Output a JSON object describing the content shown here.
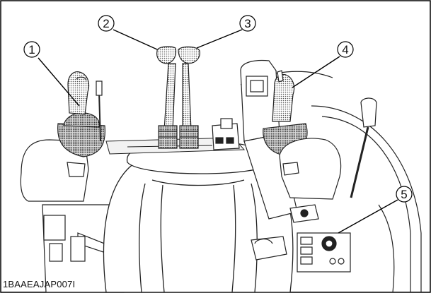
{
  "callouts": [
    {
      "number": "1"
    },
    {
      "number": "2"
    },
    {
      "number": "3"
    },
    {
      "number": "4"
    },
    {
      "number": "5"
    }
  ],
  "figure_code": "1BAAEAJAP007I"
}
